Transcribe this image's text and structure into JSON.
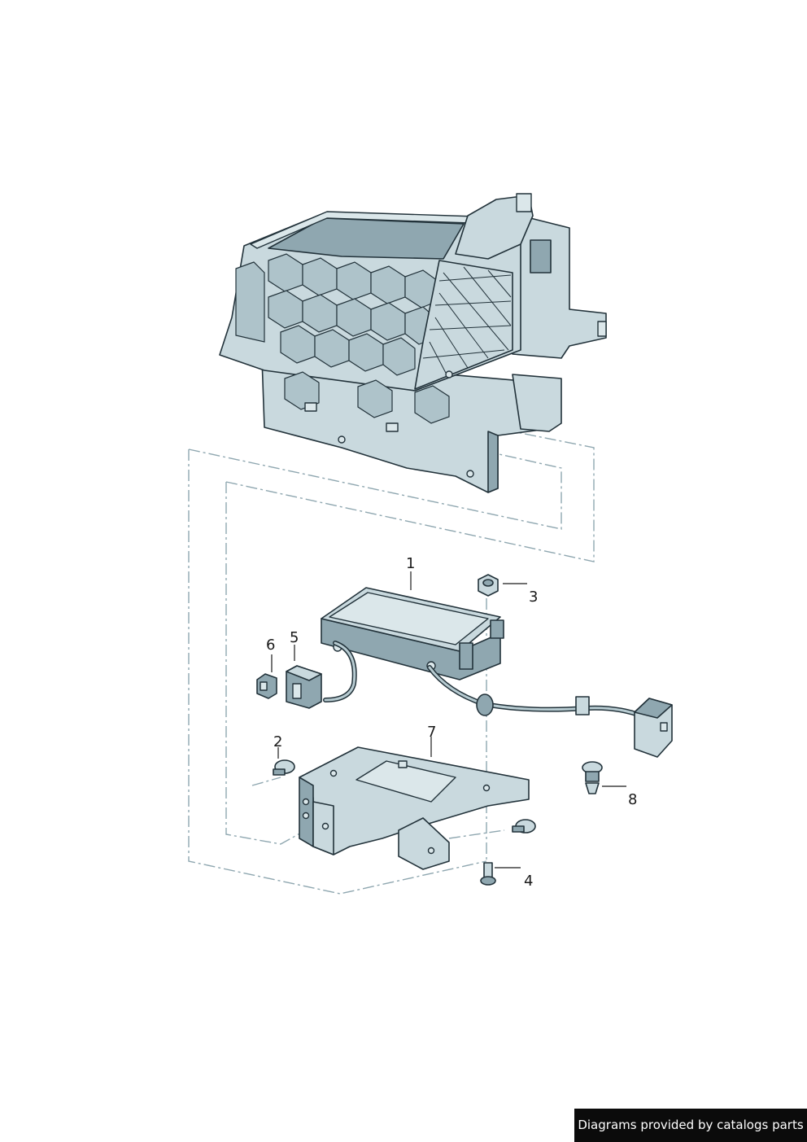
{
  "callouts": {
    "c1": "1",
    "c2": "2",
    "c3": "3",
    "c4": "4",
    "c5": "5",
    "c6": "6",
    "c7": "7",
    "c8": "8"
  },
  "footer": {
    "text": "Diagrams provided by catalogs parts"
  },
  "colors": {
    "part_fill": "#c9d9de",
    "part_dark": "#8fa7b0",
    "outline": "#22323a",
    "dash_line": "#8fa7b0",
    "footer_bg": "#0b0b0b",
    "footer_text": "#ffffff"
  }
}
